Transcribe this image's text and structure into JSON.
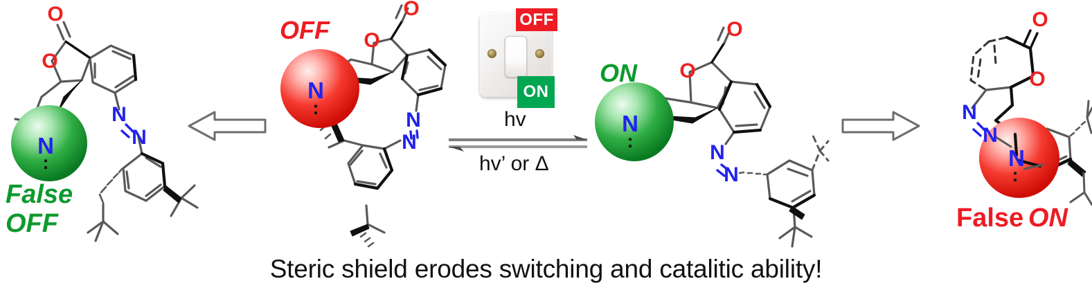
{
  "figure": {
    "caption": "Steric shield erodes switching and catalitic ability!",
    "colors": {
      "off_red": "#ED1C24",
      "on_green": "#0E9A2E",
      "nitrogen_blue": "#2222EE",
      "oxygen_red": "#EE2222",
      "bond_gray": "#595959",
      "bond_black": "#101010",
      "switch_off_badge": "#EE1C25",
      "switch_on_badge": "#00A650"
    }
  },
  "structures": [
    {
      "id": "false-off",
      "state_label": "",
      "outcome_label_line1": "False",
      "outcome_label_line2": "OFF",
      "outcome_color": "#0E9A2E",
      "sphere_color": "green",
      "atoms": {
        "nitrogen": "N",
        "oxygen_carbonyl": "O",
        "oxygen_ring": "O",
        "azo_n1": "N",
        "azo_n2": "N"
      },
      "lone_pair": ":"
    },
    {
      "id": "off-trans",
      "state_label": "OFF",
      "state_color": "#ED1C24",
      "sphere_color": "red",
      "atoms": {
        "nitrogen": "N",
        "oxygen_carbonyl": "O",
        "oxygen_ring": "O",
        "azo_n1": "N",
        "azo_n2": "N"
      },
      "lone_pair": ":"
    },
    {
      "id": "on-cis",
      "state_label": "ON",
      "state_color": "#0E9A2E",
      "sphere_color": "green",
      "atoms": {
        "nitrogen": "N",
        "oxygen_carbonyl": "O",
        "oxygen_ring": "O",
        "azo_n1": "N",
        "azo_n2": "N"
      },
      "lone_pair": ":"
    },
    {
      "id": "false-on",
      "outcome_label_part1": "False",
      "outcome_label_part2": "ON",
      "outcome_color": "#ED1C24",
      "sphere_color": "red",
      "atoms": {
        "nitrogen": "N",
        "oxygen_carbonyl": "O",
        "oxygen_ring": "O",
        "azo_n1": "N",
        "azo_n2": "N"
      },
      "lone_pair": ":"
    }
  ],
  "switch": {
    "off_badge": "OFF",
    "on_badge": "ON"
  },
  "equilibrium": {
    "forward_condition": "hv",
    "reverse_condition": "hv’ or Δ"
  },
  "arrows": {
    "left_block_arrow_direction": "left",
    "right_block_arrow_direction": "right"
  }
}
